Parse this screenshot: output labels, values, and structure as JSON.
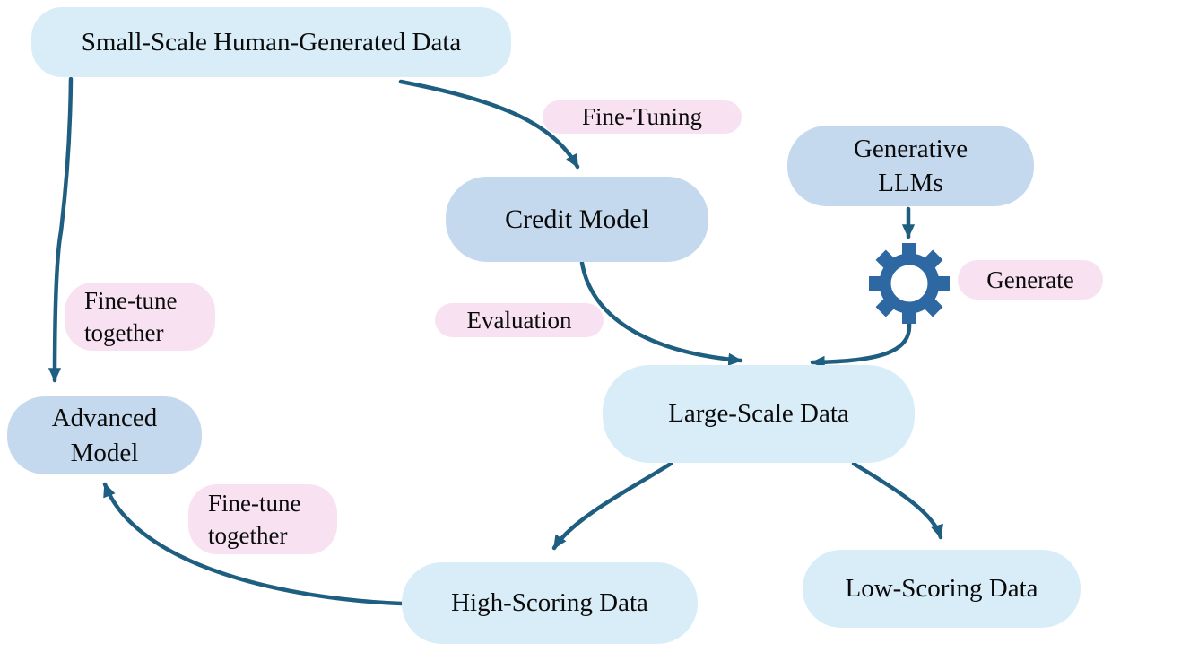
{
  "diagram": {
    "nodes": {
      "small_scale": {
        "label": "Small-Scale Human-Generated Data"
      },
      "credit_model": {
        "label": "Credit Model"
      },
      "generative_llms": {
        "label": "Generative\nLLMs"
      },
      "large_scale": {
        "label": "Large-Scale Data"
      },
      "advanced_model": {
        "label": "Advanced\nModel"
      },
      "high_scoring": {
        "label": "High-Scoring Data"
      },
      "low_scoring": {
        "label": "Low-Scoring Data"
      }
    },
    "edge_labels": {
      "fine_tuning": "Fine-Tuning",
      "generate": "Generate",
      "evaluation": "Evaluation",
      "fine_tune_together_1": "Fine-tune\ntogether",
      "fine_tune_together_2": "Fine-tune\ntogether"
    },
    "edges": [
      {
        "from": "Small-Scale Human-Generated Data",
        "to": "Advanced Model",
        "label": "Fine-tune together"
      },
      {
        "from": "Small-Scale Human-Generated Data",
        "to": "Credit Model",
        "label": "Fine-Tuning"
      },
      {
        "from": "Credit Model",
        "to": "Large-Scale Data",
        "label": "Evaluation"
      },
      {
        "from": "Generative LLMs",
        "to": "gear-icon",
        "label": ""
      },
      {
        "from": "gear-icon",
        "to": "Large-Scale Data",
        "label": "Generate"
      },
      {
        "from": "Large-Scale Data",
        "to": "High-Scoring Data",
        "label": ""
      },
      {
        "from": "Large-Scale Data",
        "to": "Low-Scoring Data",
        "label": ""
      },
      {
        "from": "High-Scoring Data",
        "to": "Advanced Model",
        "label": "Fine-tune together"
      }
    ],
    "icons": [
      {
        "name": "gear-icon",
        "color": "#2d68a2"
      }
    ],
    "colors": {
      "node_light_blue": "#d9edf9",
      "node_medium_blue": "#c4d8ee",
      "edge_label_pink": "#f8e2f2",
      "arrow_teal": "#1e5e80",
      "gear_blue": "#2d68a2",
      "text": "#0b0b0b",
      "background": "#ffffff"
    }
  }
}
